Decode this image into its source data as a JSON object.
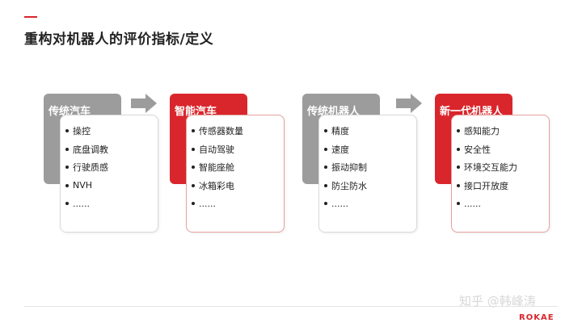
{
  "title": "重构对机器人的评价指标/定义",
  "groups": [
    {
      "heading": "传统汽车",
      "items": [
        "操控",
        "底盘调教",
        "行驶质感",
        "NVH",
        "......"
      ]
    },
    {
      "heading": "智能汽车",
      "items": [
        "传感器数量",
        "自动驾驶",
        "智能座舱",
        "冰箱彩电",
        "......"
      ]
    },
    {
      "heading": "传统机器人",
      "items": [
        "精度",
        "速度",
        "振动抑制",
        "防尘防水",
        "......"
      ]
    },
    {
      "heading": "新一代机器人",
      "items": [
        "感知能力",
        "安全性",
        "环境交互能力",
        "接口开放度",
        "......"
      ]
    }
  ],
  "footer": {
    "watermark": "知乎 @韩峰涛",
    "logo": "ROKAE"
  },
  "colors": {
    "accent": "#d9262c",
    "neutral": "#9c9c9c"
  }
}
